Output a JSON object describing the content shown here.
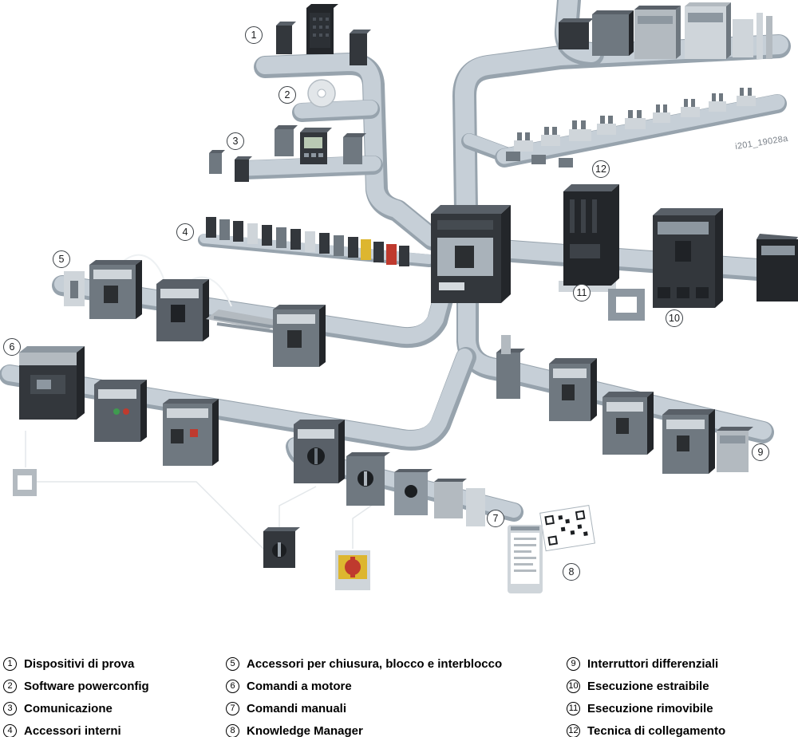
{
  "watermark": "i201_19028a",
  "callouts": [
    "1",
    "2",
    "3",
    "4",
    "5",
    "6",
    "7",
    "8",
    "9",
    "10",
    "11",
    "12"
  ],
  "legend": {
    "col1": [
      {
        "num": "1",
        "label": "Dispositivi di prova"
      },
      {
        "num": "2",
        "label": "Software powerconfig"
      },
      {
        "num": "3",
        "label": "Comunicazione"
      },
      {
        "num": "4",
        "label": "Accessori interni"
      }
    ],
    "col2": [
      {
        "num": "5",
        "label": "Accessori per chiusura, blocco e interblocco"
      },
      {
        "num": "6",
        "label": "Comandi a motore"
      },
      {
        "num": "7",
        "label": "Comandi manuali"
      },
      {
        "num": "8",
        "label": "Knowledge Manager"
      }
    ],
    "col3": [
      {
        "num": "9",
        "label": "Interruttori differenziali"
      },
      {
        "num": "10",
        "label": "Esecuzione estraibile"
      },
      {
        "num": "11",
        "label": "Esecuzione rimovibile"
      },
      {
        "num": "12",
        "label": "Tecnica di collegamento"
      }
    ]
  },
  "colors": {
    "rail": "#c6cfd7",
    "rail_shadow": "#97a3ad",
    "device_dark": "#33373c",
    "device_darker": "#23262a",
    "device_gray": "#6f7880",
    "device_light": "#b3bac0",
    "silver": "#cfd5da",
    "top_face": "#596068",
    "accent_red": "#bf3a2e",
    "accent_yellow": "#ddb62f",
    "screen_green": "#b9c9b4"
  }
}
